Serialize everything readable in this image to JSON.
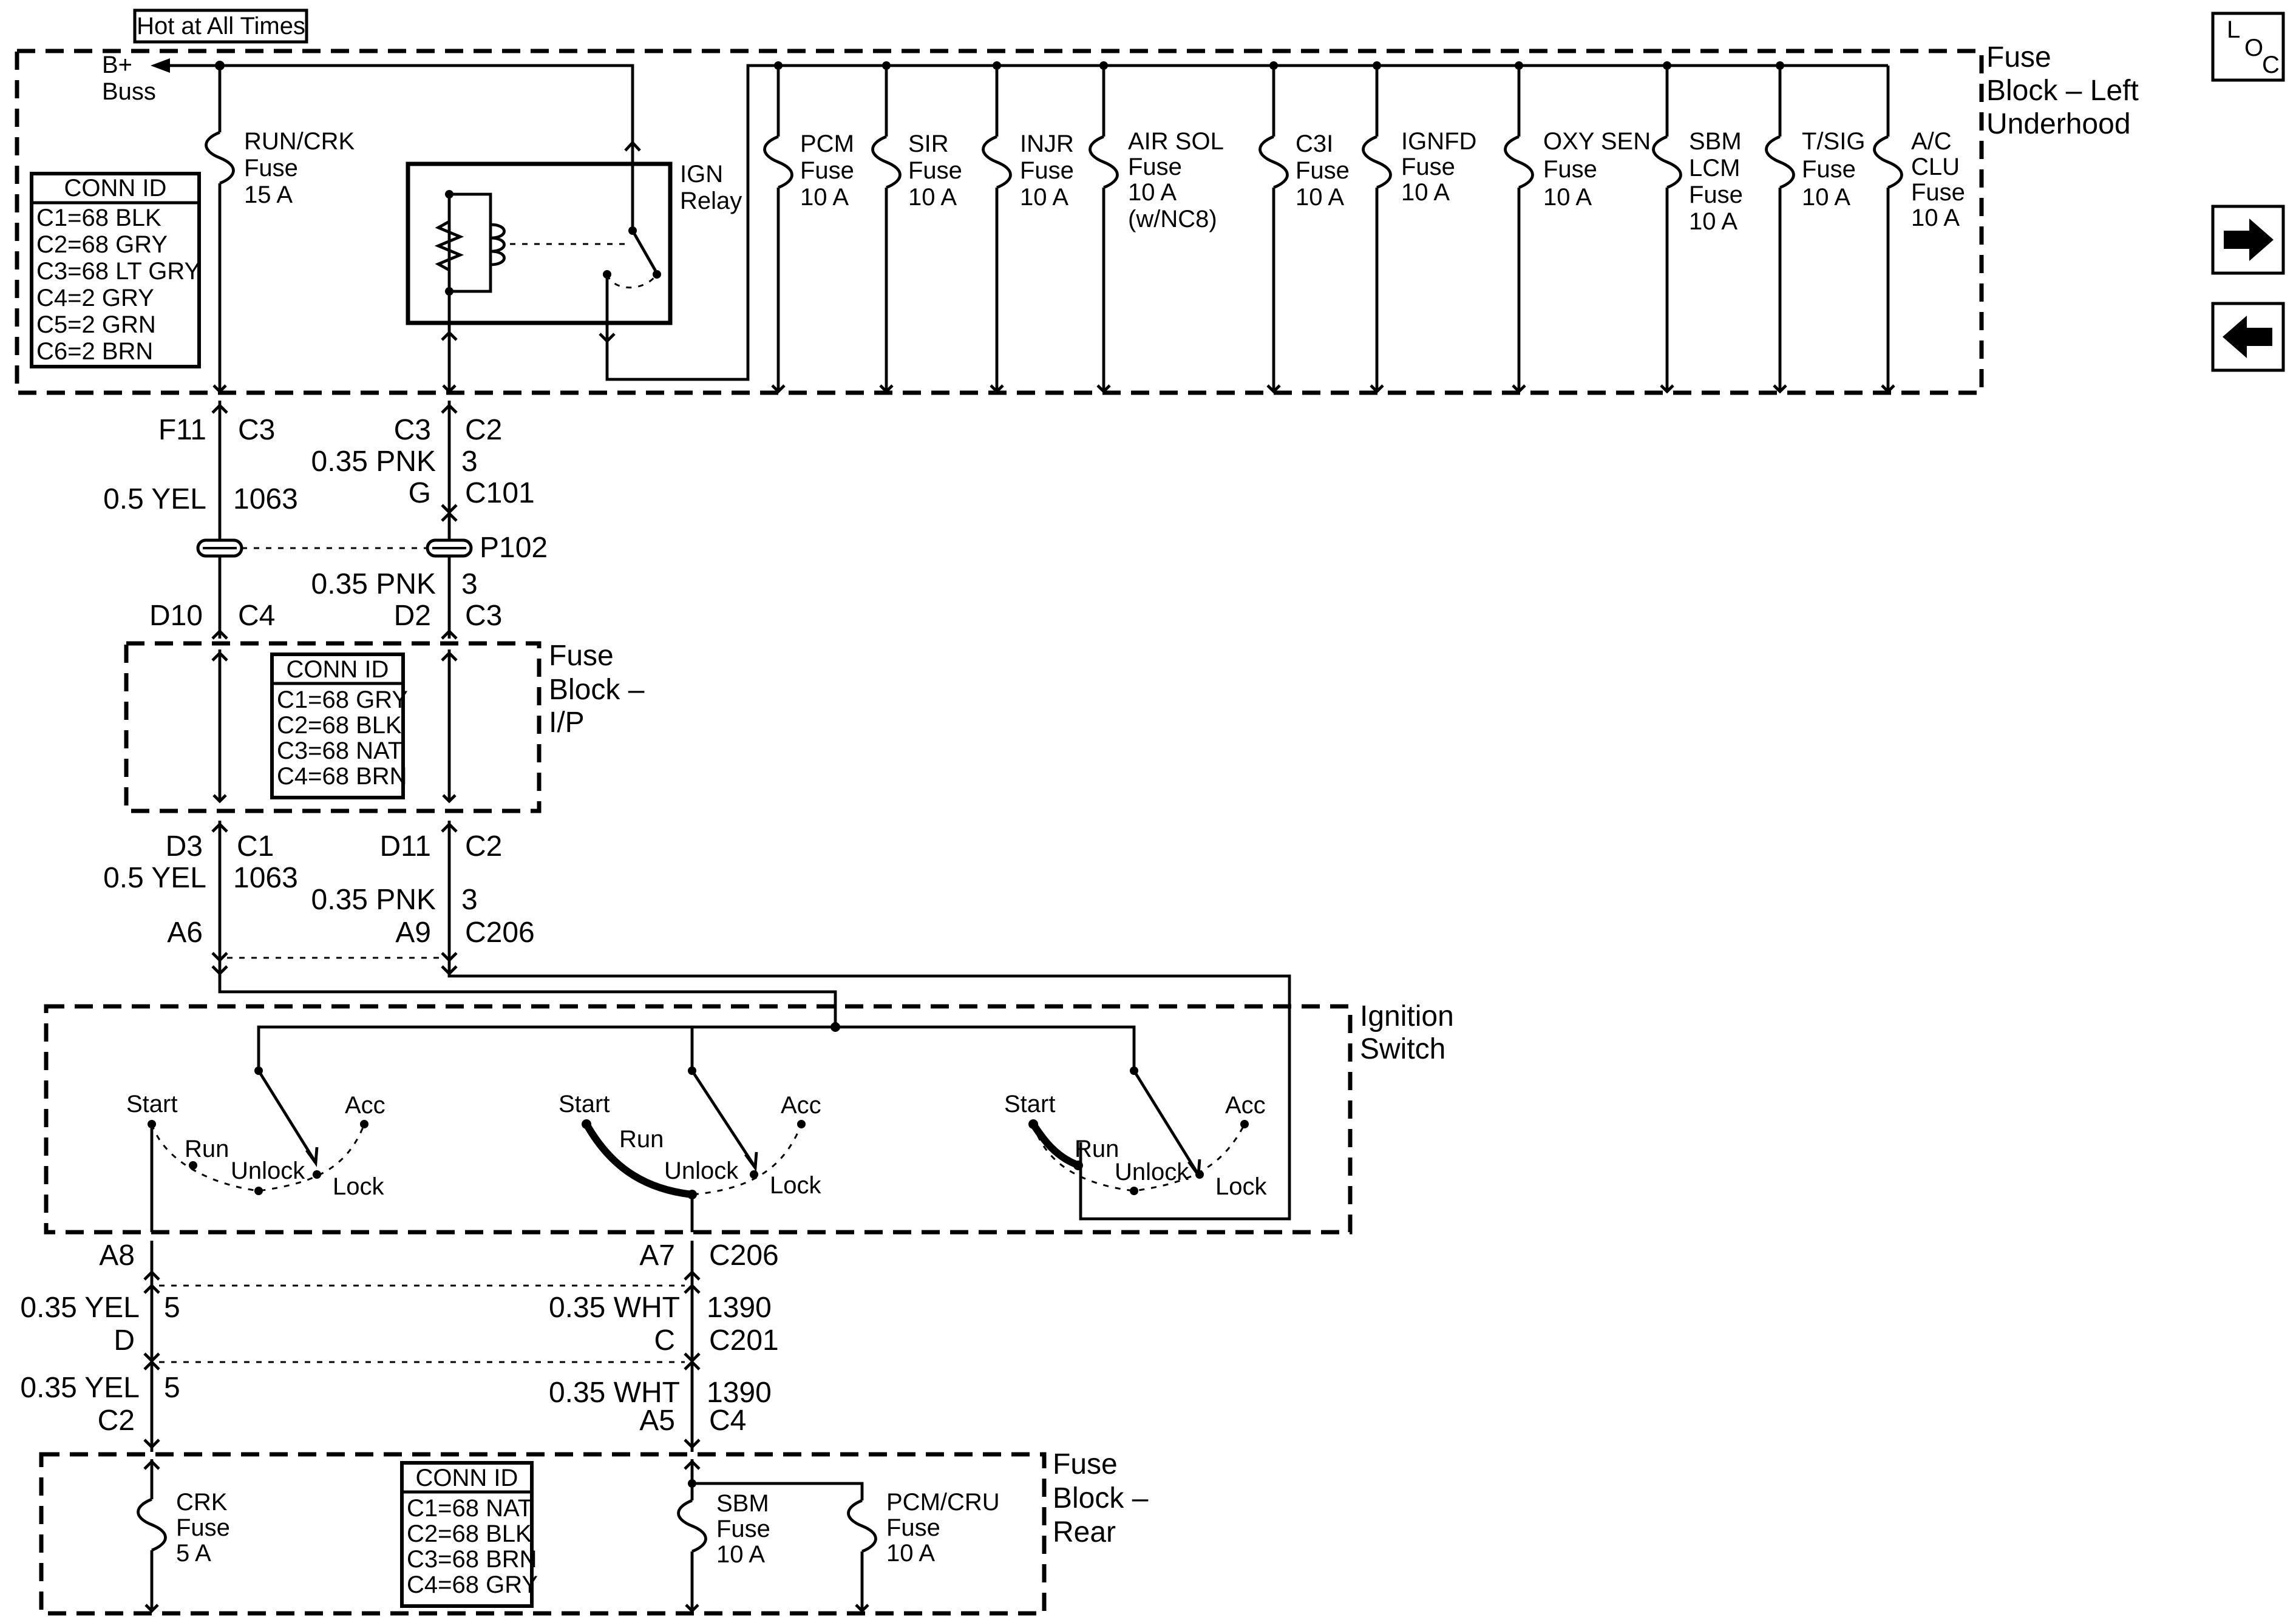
{
  "banner": {
    "text": "Hot at All Times"
  },
  "buss": {
    "line1": "B+",
    "line2": "Buss"
  },
  "nav": {
    "loc_l": "L",
    "loc_o": "O",
    "loc_c": "C",
    "next_glyph": "➡",
    "prev_glyph": "⬅"
  },
  "fuse_block_left": {
    "title": [
      "Fuse",
      "Block – Left",
      "Underhood"
    ],
    "conn_id": {
      "header": "CONN ID",
      "rows": [
        "C1=68 BLK",
        "C2=68 GRY",
        "C3=68 LT GRY",
        "C4=2 GRY",
        "C5=2 GRN",
        "C6=2 BRN"
      ]
    },
    "run_crk_fuse": [
      "RUN/CRK",
      "Fuse",
      "15 A"
    ],
    "ign_relay": [
      "IGN",
      "Relay"
    ],
    "fuses": [
      {
        "lines": [
          "PCM",
          "Fuse",
          "10 A"
        ]
      },
      {
        "lines": [
          "SIR",
          "Fuse",
          "10 A"
        ]
      },
      {
        "lines": [
          "INJR",
          "Fuse",
          "10 A"
        ]
      },
      {
        "lines": [
          "AIR SOL",
          "Fuse",
          "10 A",
          "(w/NC8)"
        ]
      },
      {
        "lines": [
          "C3I",
          "Fuse",
          "10 A"
        ]
      },
      {
        "lines": [
          "IGNFD",
          "Fuse",
          "10 A"
        ]
      },
      {
        "lines": [
          "OXY SEN",
          "Fuse",
          "10 A"
        ]
      },
      {
        "lines": [
          "SBM",
          "LCM",
          "Fuse",
          "10 A"
        ]
      },
      {
        "lines": [
          "T/SIG",
          "Fuse",
          "10 A"
        ]
      },
      {
        "lines": [
          "A/C",
          "CLU",
          "Fuse",
          "10 A"
        ]
      }
    ]
  },
  "upper_wiring": {
    "f11": "F11",
    "c3_left": "C3",
    "c3_right": "C3",
    "c2_top": "C2",
    "pnk_1": "0.35 PNK",
    "pin3_1": "3",
    "g": "G",
    "c101": "C101",
    "yel_1": "0.5 YEL",
    "c1063_1": "1063",
    "p102": "P102",
    "pnk_2": "0.35 PNK",
    "pin3_2": "3",
    "d10": "D10",
    "c4": "C4",
    "d2": "D2",
    "c3_ip": "C3"
  },
  "fuse_block_ip": {
    "title": [
      "Fuse",
      "Block –",
      "I/P"
    ],
    "conn_id": {
      "header": "CONN ID",
      "rows": [
        "C1=68 GRY",
        "C2=68 BLK",
        "C3=68 NAT",
        "C4=68 BRN"
      ]
    }
  },
  "middle_wiring": {
    "d3": "D3",
    "c1": "C1",
    "d11": "D11",
    "c2": "C2",
    "yel": "0.5 YEL",
    "c1063": "1063",
    "pnk": "0.35 PNK",
    "pin3": "3",
    "a6": "A6",
    "a9": "A9",
    "c206": "C206"
  },
  "ignition_switch": {
    "title": [
      "Ignition",
      "Switch"
    ],
    "positions": {
      "start": "Start",
      "run": "Run",
      "unlock": "Unlock",
      "lock": "Lock",
      "acc": "Acc"
    }
  },
  "lower_wiring": {
    "a8": "A8",
    "a7": "A7",
    "c206": "C206",
    "yel_1": "0.35 YEL",
    "pin5_1": "5",
    "wht_1": "0.35 WHT",
    "c1390_1": "1390",
    "d": "D",
    "c": "C",
    "c201": "C201",
    "yel_2": "0.35 YEL",
    "pin5_2": "5",
    "wht_2": "0.35 WHT",
    "c1390_2": "1390",
    "c2": "C2",
    "a5": "A5",
    "c4": "C4"
  },
  "fuse_block_rear": {
    "title": [
      "Fuse",
      "Block –",
      "Rear"
    ],
    "conn_id": {
      "header": "CONN ID",
      "rows": [
        "C1=68 NAT",
        "C2=68 BLK",
        "C3=68 BRN",
        "C4=68 GRY"
      ]
    },
    "crk_fuse": [
      "CRK",
      "Fuse",
      "5 A"
    ],
    "sbm_fuse": [
      "SBM",
      "Fuse",
      "10 A"
    ],
    "pcm_cru_fuse": [
      "PCM/CRU",
      "Fuse",
      "10 A"
    ]
  }
}
